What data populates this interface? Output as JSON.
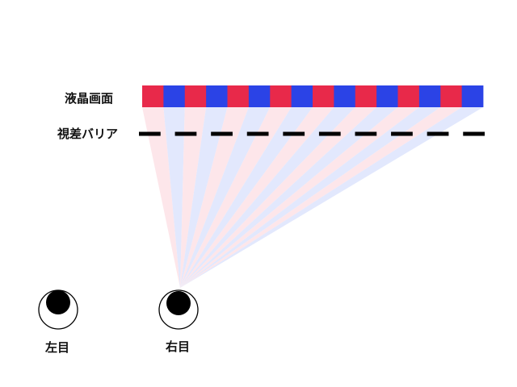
{
  "labels": {
    "lcd_screen": "液晶画面",
    "parallax_barrier": "視差バリア",
    "left_eye": "左目",
    "right_eye": "右目"
  },
  "display": {
    "pixel_colors": [
      "#e8294a",
      "#2b43e6"
    ],
    "pixel_count": 16
  },
  "barrier": {
    "color": "#000000",
    "segment_count": 10
  },
  "rays": {
    "colors": [
      "#fde3e8",
      "#dfe6fd"
    ]
  },
  "eyes": {
    "pupil_color": "#000000",
    "outline_color": "#000000"
  }
}
